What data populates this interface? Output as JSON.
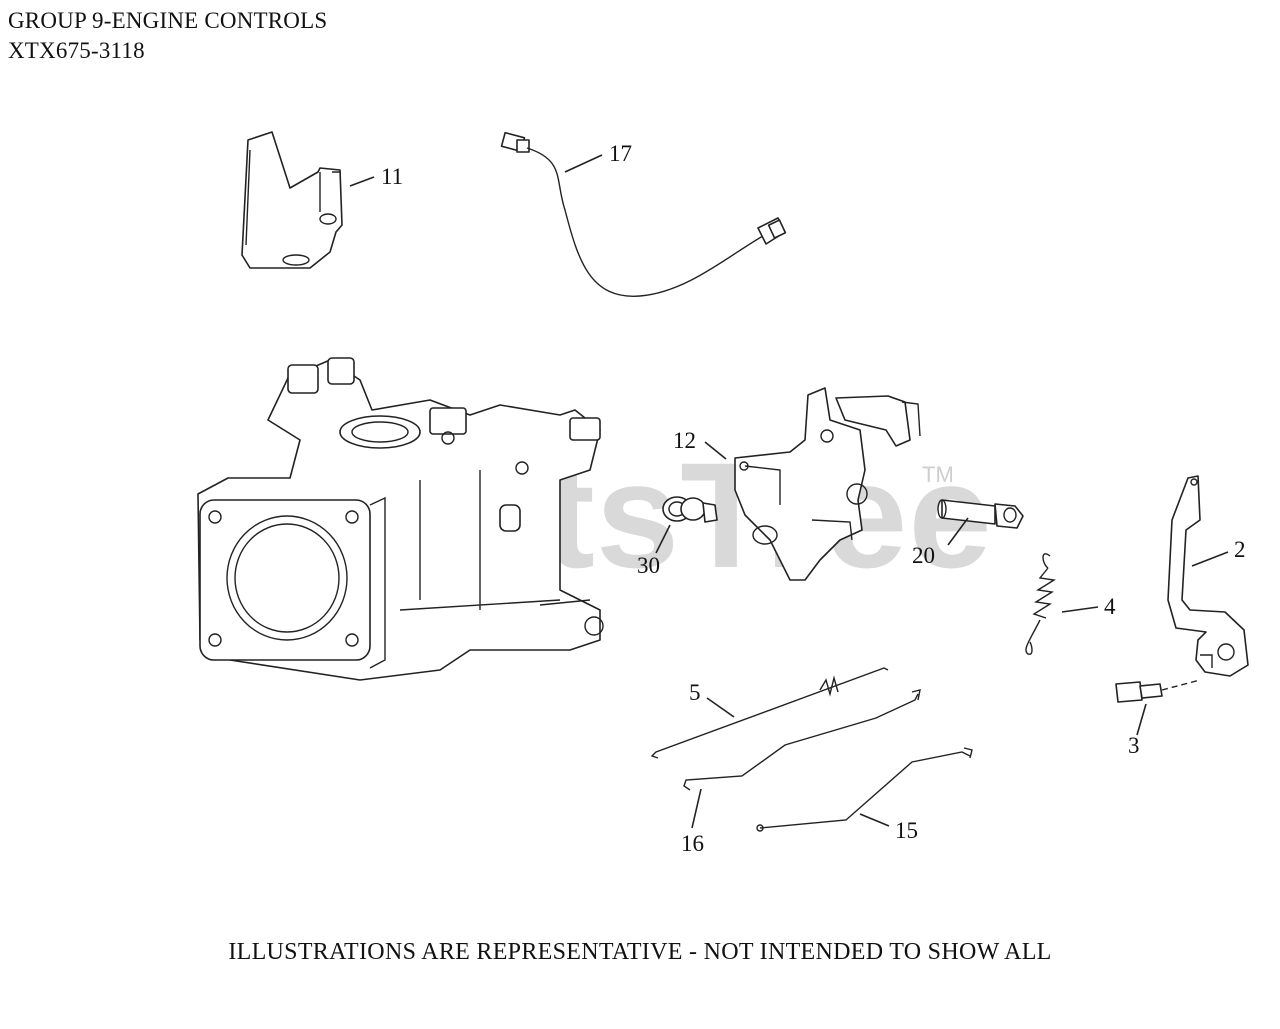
{
  "header": {
    "title": "GROUP 9-ENGINE CONTROLS",
    "model": "XTX675-3118"
  },
  "watermark": {
    "text": "PartsTree",
    "tm": "TM"
  },
  "callouts": [
    "11",
    "17",
    "12",
    "30",
    "20",
    "4",
    "2",
    "3",
    "5",
    "16",
    "15"
  ],
  "footer": {
    "note": "ILLUSTRATIONS ARE REPRESENTATIVE - NOT INTENDED TO SHOW ALL"
  }
}
